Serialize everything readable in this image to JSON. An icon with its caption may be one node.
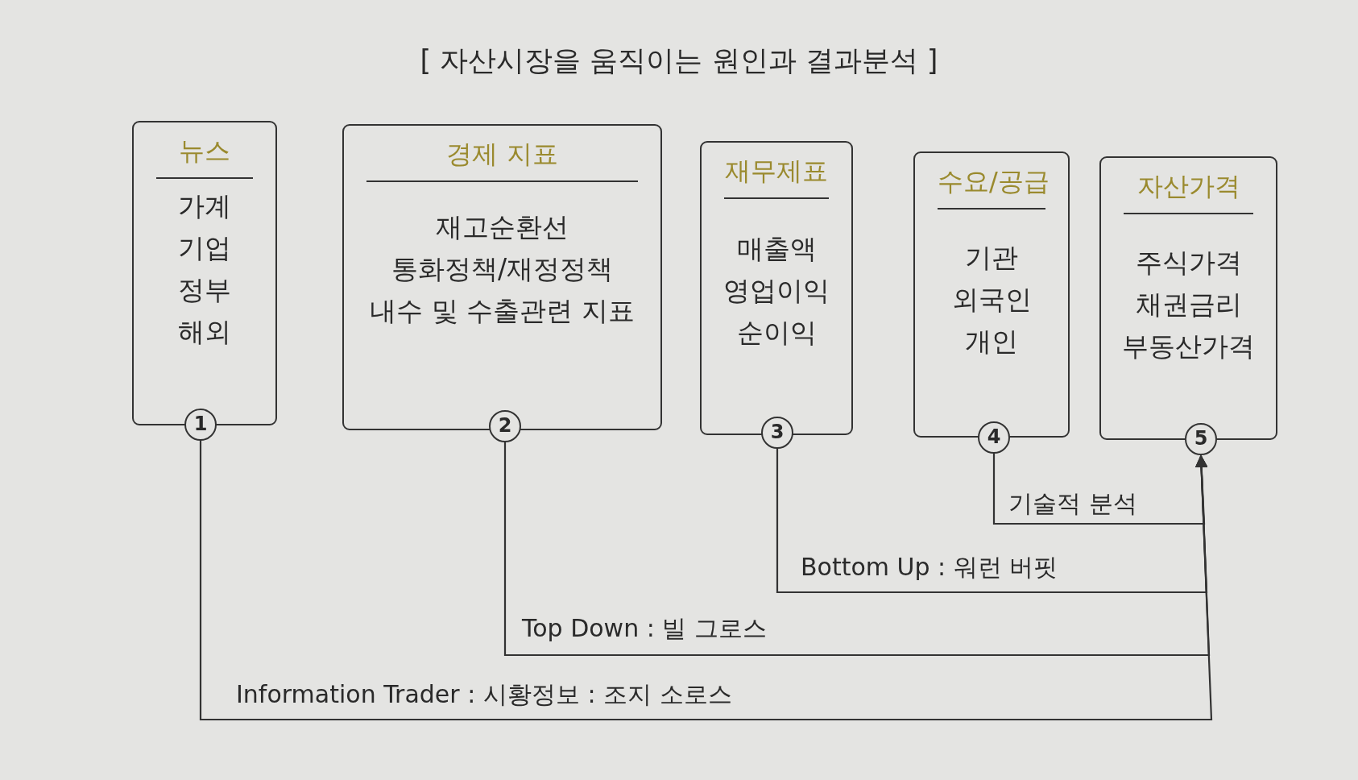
{
  "diagram": {
    "title": "[ 자산시장을 움직이는 원인과 결과분석 ]",
    "nodes": [
      {
        "text": [
          "뉴스",
          "가계",
          "기업",
          "정부",
          "해외"
        ]
      },
      {
        "text": [
          "경제 지표",
          "재고순환선",
          "통화정책/재정정책",
          "내수 및 수출관련 지표"
        ]
      },
      {
        "text": [
          "재무제표",
          "매출액",
          "영업이익",
          "순이익"
        ]
      },
      {
        "text": [
          "수요/공급",
          "기관",
          "외국인",
          "개인"
        ]
      },
      {
        "text": [
          "자산가격",
          "주식가격",
          "채권금리",
          "부동산가격"
        ]
      },
      {
        "text": [
          "1"
        ]
      },
      {
        "text": [
          "2"
        ]
      },
      {
        "text": [
          "3"
        ]
      },
      {
        "text": [
          "4"
        ]
      },
      {
        "text": [
          "5"
        ]
      }
    ],
    "edges": [
      {
        "from": 8,
        "to": 9,
        "arrow": "to",
        "label": "기술적 분석"
      },
      {
        "from": 7,
        "to": 9,
        "arrow": "to",
        "label": "Bottom Up : 워런 버핏"
      },
      {
        "from": 6,
        "to": 9,
        "arrow": "to",
        "label": "Top Down : 빌 그로스"
      },
      {
        "from": 5,
        "to": 9,
        "arrow": "to",
        "label": "Information Trader : 시황정보 : 조지 소로스"
      }
    ]
  }
}
